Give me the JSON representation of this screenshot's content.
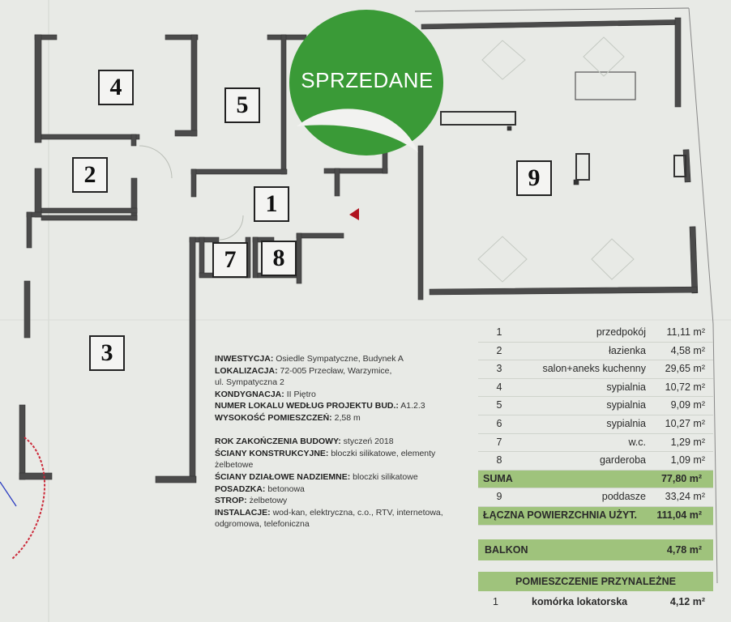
{
  "sold_label": "SPRZEDANE",
  "rooms": [
    "1",
    "2",
    "3",
    "4",
    "5",
    "7",
    "8",
    "9"
  ],
  "info": [
    {
      "label": "INWESTYCJA:",
      "value": "Osiedle Sympatyczne, Budynek A"
    },
    {
      "label": "LOKALIZACJA:",
      "value": "72-005 Przecław, Warzymice,"
    },
    {
      "label": "",
      "value": "ul. Sympatyczna 2"
    },
    {
      "label": "KONDYGNACJA:",
      "value": "II Piętro"
    },
    {
      "label": "NUMER LOKALU WEDŁUG PROJEKTU BUD.:",
      "value": "A1.2.3"
    },
    {
      "label": "WYSOKOŚĆ POMIESZCZEŃ:",
      "value": "2,58 m"
    },
    {
      "label": "",
      "value": ""
    },
    {
      "label": "ROK ZAKOŃCZENIA BUDOWY:",
      "value": "styczeń 2018"
    },
    {
      "label": "ŚCIANY KONSTRUKCYJNE:",
      "value": "bloczki silikatowe, elementy"
    },
    {
      "label": "",
      "value": "żelbetowe"
    },
    {
      "label": "ŚCIANY DZIAŁOWE NADZIEMNE:",
      "value": "bloczki silikatowe"
    },
    {
      "label": "POSADZKA:",
      "value": "betonowa"
    },
    {
      "label": "STROP:",
      "value": "żelbetowy"
    },
    {
      "label": "INSTALACJE:",
      "value": "wod-kan, elektryczna, c.o., RTV, internetowa,"
    },
    {
      "label": "",
      "value": "odgromowa, telefoniczna"
    }
  ],
  "areas": [
    {
      "n": "1",
      "name": "przedpokój",
      "area": "11,11 m²"
    },
    {
      "n": "2",
      "name": "łazienka",
      "area": "4,58 m²"
    },
    {
      "n": "3",
      "name": "salon+aneks kuchenny",
      "area": "29,65 m²"
    },
    {
      "n": "4",
      "name": "sypialnia",
      "area": "10,72 m²"
    },
    {
      "n": "5",
      "name": "sypialnia",
      "area": "9,09 m²"
    },
    {
      "n": "6",
      "name": "sypialnia",
      "area": "10,27 m²"
    },
    {
      "n": "7",
      "name": "w.c.",
      "area": "1,29 m²"
    },
    {
      "n": "8",
      "name": "garderoba",
      "area": "1,09 m²"
    }
  ],
  "suma": {
    "label": "SUMA",
    "value": "77,80 m²"
  },
  "poddasze": {
    "n": "9",
    "name": "poddasze",
    "area": "33,24 m²"
  },
  "total": {
    "label": "ŁĄCZNA POWIERZCHNIA UŻYT.",
    "value": "111,04 m²"
  },
  "balkon": {
    "label": "BALKON",
    "value": "4,78 m²"
  },
  "przynalezne": {
    "header": "POMIESZCZENIE PRZYNALEŻNE",
    "n": "1",
    "name": "komórka lokatorska",
    "area": "4,12 m²"
  },
  "colors": {
    "sold_green": "#3a9a37",
    "table_green": "#9fc37c",
    "wall": "#4b4b4b",
    "marker": "#b0121e"
  }
}
